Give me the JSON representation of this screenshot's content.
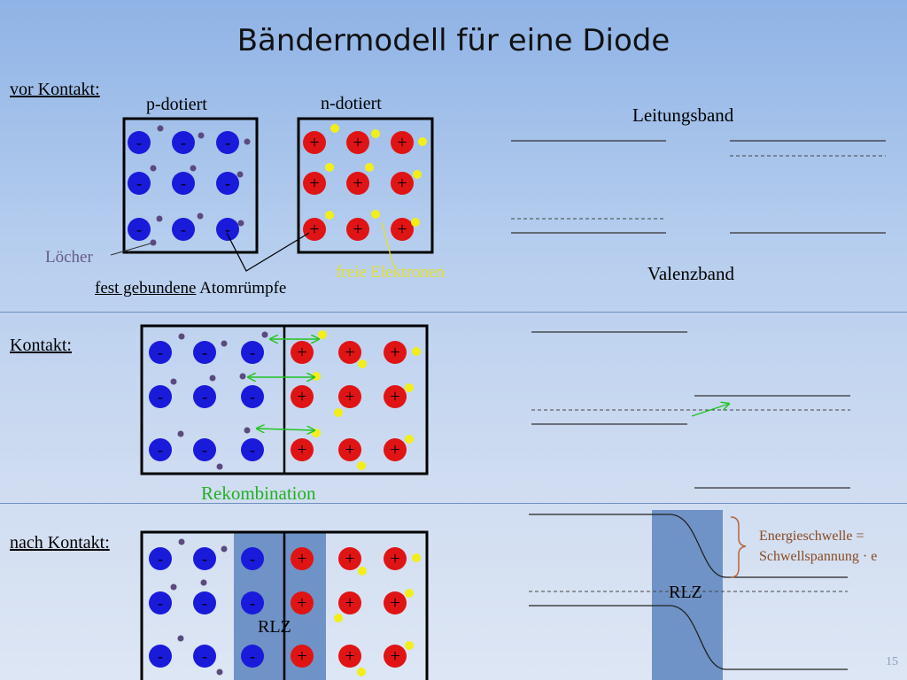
{
  "title": "Bändermodell für eine Diode",
  "sections": {
    "vor": {
      "label": "vor Kontakt:",
      "p_label": "p-dotiert",
      "n_label": "n-dotiert",
      "holes_label": "Löcher",
      "electrons_label": "freie Elektronen",
      "fixed_label_underlined": "fest gebundene",
      "fixed_label_rest": " Atomrümpfe",
      "conduction_band": "Leitungsband",
      "valence_band": "Valenzband"
    },
    "kontakt": {
      "label": "Kontakt:",
      "recombination": "Rekombination"
    },
    "nach": {
      "label": "nach Kontakt:",
      "rlz_label": "RLZ",
      "band_rlz_label": "RLZ",
      "barrier_line1": "Energieschwelle =",
      "barrier_line2": "Schwellspannung · e"
    }
  },
  "symbols": {
    "minus": "-",
    "plus": "+"
  },
  "colors": {
    "acceptor": "#1a1adb",
    "donor": "#e01414",
    "hole": "#5a4a7e",
    "electron": "#f2ee1a",
    "rlz_fill": "#6f93c6",
    "arrow": "#22c422",
    "brace": "#b5653a"
  },
  "page_number": "15"
}
